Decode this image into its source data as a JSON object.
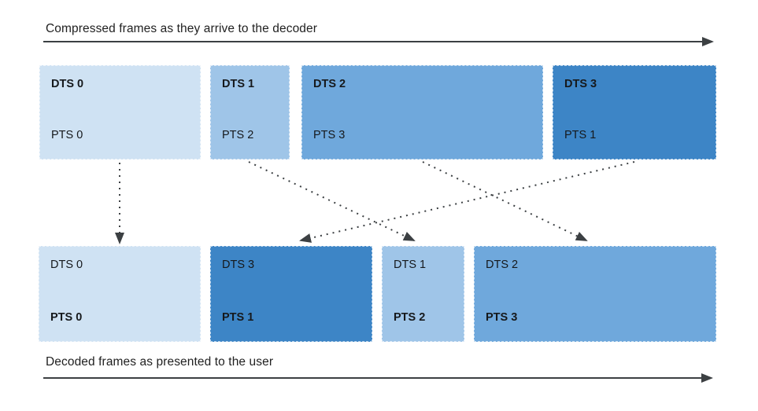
{
  "colors": {
    "frame_lightest": "#cfe2f3",
    "frame_light": "#9fc5e8",
    "frame_medium": "#6fa8dc",
    "frame_dark": "#3d85c6",
    "arrow": "#3c4043",
    "text": "#212121"
  },
  "top_flow": {
    "label": "Compressed frames as they arrive to the decoder",
    "frames": [
      {
        "dts": "DTS 0",
        "pts": "PTS 0",
        "color": "#cfe2f3"
      },
      {
        "dts": "DTS 1",
        "pts": "PTS 2",
        "color": "#9fc5e8"
      },
      {
        "dts": "DTS 2",
        "pts": "PTS 3",
        "color": "#6fa8dc"
      },
      {
        "dts": "DTS 3",
        "pts": "PTS 1",
        "color": "#3d85c6"
      }
    ]
  },
  "bottom_flow": {
    "label": "Decoded frames as presented to the user",
    "frames": [
      {
        "dts": "DTS 0",
        "pts": "PTS 0",
        "color": "#cfe2f3"
      },
      {
        "dts": "DTS 3",
        "pts": "PTS 1",
        "color": "#3d85c6"
      },
      {
        "dts": "DTS 1",
        "pts": "PTS 2",
        "color": "#9fc5e8"
      },
      {
        "dts": "DTS 2",
        "pts": "PTS 3",
        "color": "#6fa8dc"
      }
    ]
  },
  "reorder_mappings": [
    {
      "from_top_frame": "PTS 0",
      "to_bottom_frame": "PTS 0"
    },
    {
      "from_top_frame": "PTS 2",
      "to_bottom_frame": "PTS 2"
    },
    {
      "from_top_frame": "PTS 3",
      "to_bottom_frame": "PTS 3"
    },
    {
      "from_top_frame": "PTS 1",
      "to_bottom_frame": "PTS 1"
    }
  ]
}
